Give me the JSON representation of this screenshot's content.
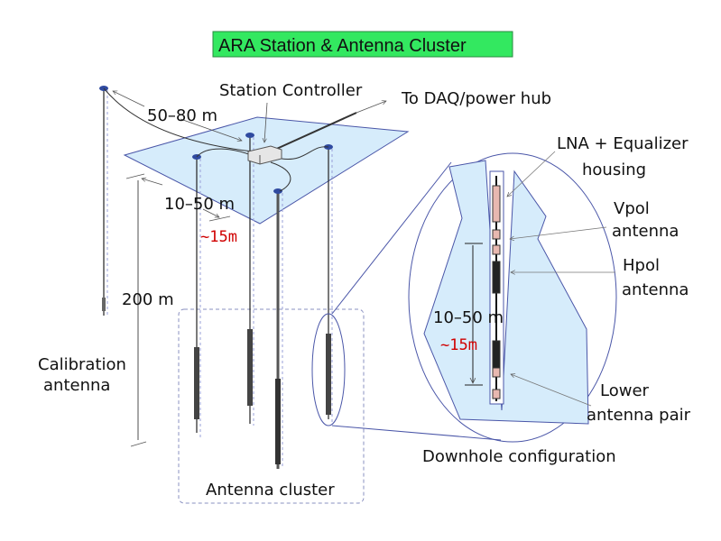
{
  "title": "ARA Station & Antenna Cluster",
  "colors": {
    "title_bg": "#33e860",
    "plane": "#d6ecfb",
    "outline": "#4a56a8",
    "red_note": "#d00000"
  },
  "labels": {
    "station_controller": "Station Controller",
    "daq": "To DAQ/power hub",
    "dist_50_80": "50–80 m",
    "dist_10_50": "10–50 m",
    "approx_15m": "~15m",
    "depth_200": "200 m",
    "calibration_1": "Calibration",
    "calibration_2": "antenna",
    "antenna_cluster": "Antenna cluster",
    "lna_1": "LNA + Equalizer",
    "lna_2": "housing",
    "vpol_1": "Vpol",
    "vpol_2": "antenna",
    "hpol_1": "Hpol",
    "hpol_2": "antenna",
    "downhole_dist": "10–50 m",
    "downhole_approx": "~15m",
    "lower_1": "Lower",
    "lower_2": "antenna pair",
    "downhole_config": "Downhole configuration"
  }
}
